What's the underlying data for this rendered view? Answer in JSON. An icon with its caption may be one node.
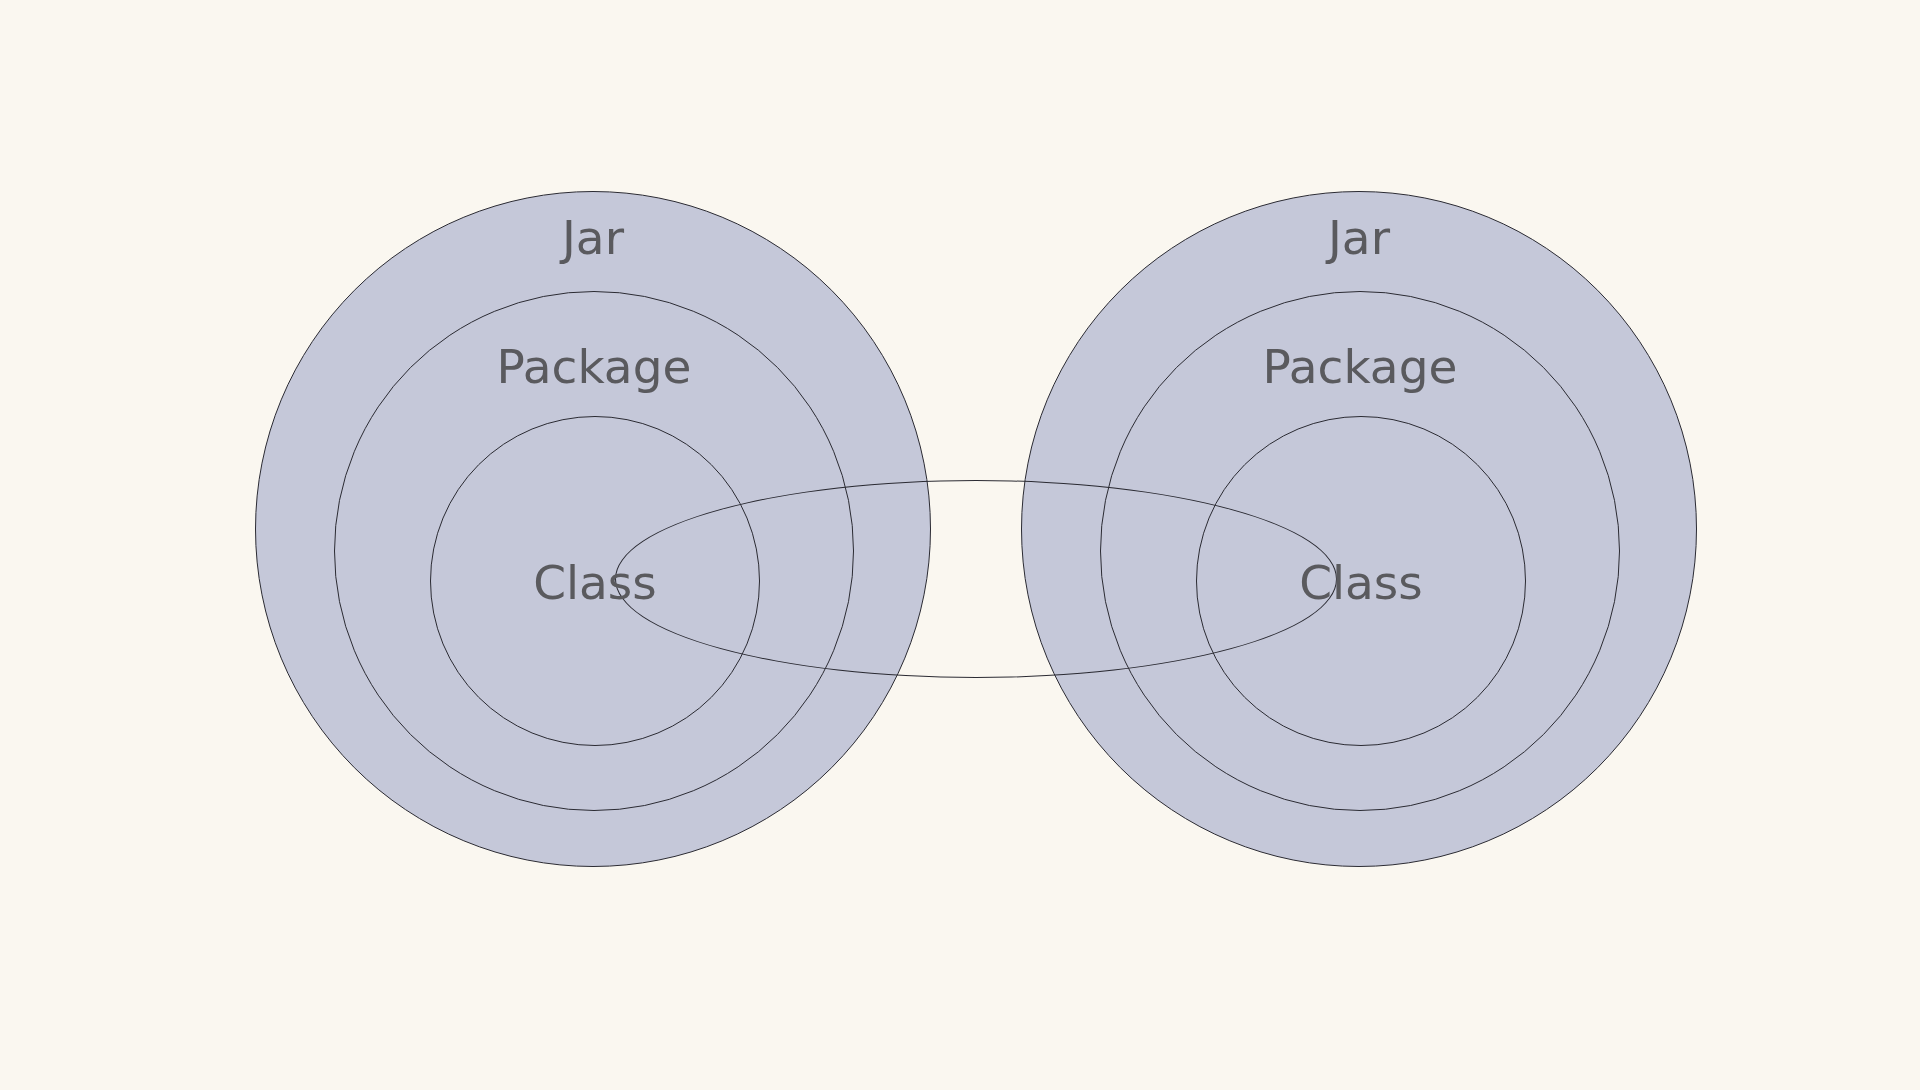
{
  "diagram": {
    "nodes": [
      {
        "text": [
          "Jar"
        ]
      },
      {
        "text": [
          "Package"
        ],
        "in": 0
      },
      {
        "text": [
          "Class"
        ],
        "in": 1
      },
      {
        "text": [
          "Jar"
        ]
      },
      {
        "text": [
          "Package"
        ],
        "in": 3
      },
      {
        "text": [
          "Class"
        ],
        "in": 4
      },
      {
        "text": [],
        "shape": "ellipse"
      }
    ]
  }
}
